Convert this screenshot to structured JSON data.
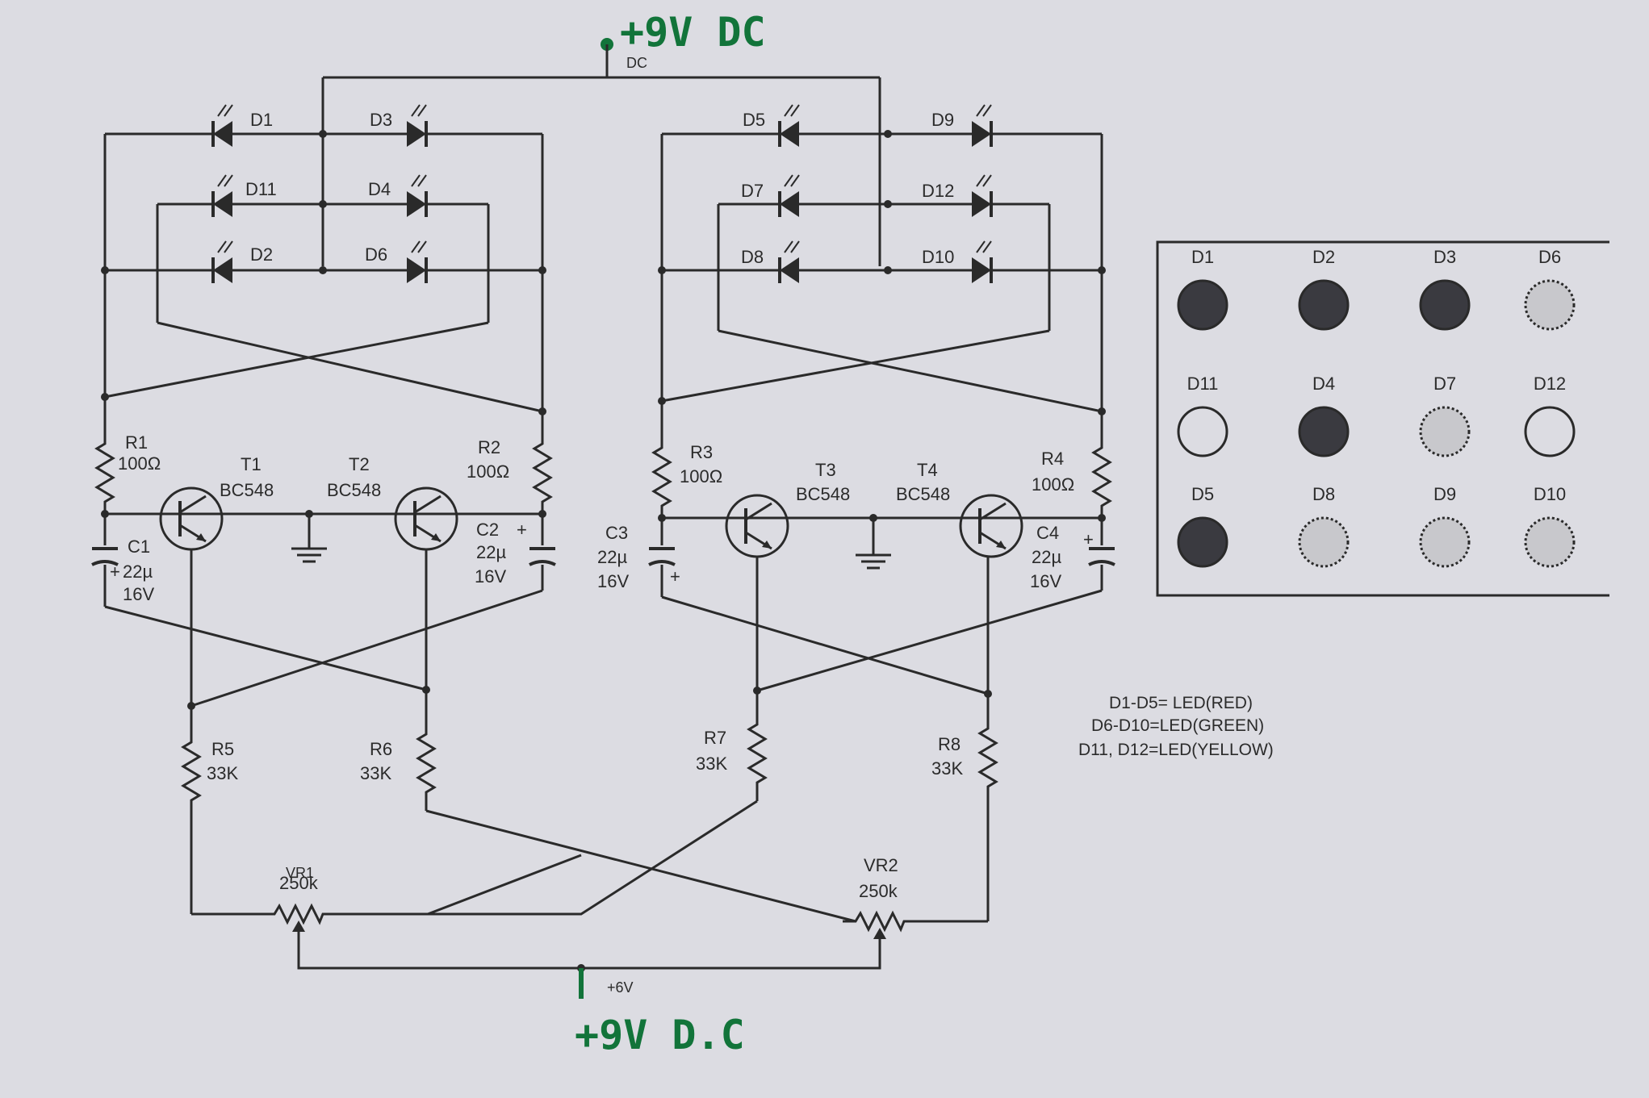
{
  "supply": {
    "top_handwritten": "+9V DC",
    "top_printed": "DC",
    "bottom_handwritten": "+9V D.C",
    "bottom_printed": "+6V"
  },
  "leds_left": {
    "d1": "D1",
    "d3": "D3",
    "d11": "D11",
    "d4": "D4",
    "d2": "D2",
    "d6": "D6"
  },
  "leds_right": {
    "d5": "D5",
    "d9": "D9",
    "d7": "D7",
    "d12": "D12",
    "d8": "D8",
    "d10": "D10"
  },
  "resistors": {
    "r1": {
      "name": "R1",
      "value": "100Ω"
    },
    "r2": {
      "name": "R2",
      "value": "100Ω"
    },
    "r3": {
      "name": "R3",
      "value": "100Ω"
    },
    "r4": {
      "name": "R4",
      "value": "100Ω"
    },
    "r5": {
      "name": "R5",
      "value": "33K"
    },
    "r6": {
      "name": "R6",
      "value": "33K"
    },
    "r7": {
      "name": "R7",
      "value": "33K"
    },
    "r8": {
      "name": "R8",
      "value": "33K"
    }
  },
  "transistors": {
    "t1": {
      "name": "T1",
      "type": "BC548"
    },
    "t2": {
      "name": "T2",
      "type": "BC548"
    },
    "t3": {
      "name": "T3",
      "type": "BC548"
    },
    "t4": {
      "name": "T4",
      "type": "BC548"
    }
  },
  "capacitors": {
    "c1": {
      "name": "C1",
      "value": "22µ",
      "voltage": "16V"
    },
    "c2": {
      "name": "C2",
      "value": "22µ",
      "voltage": "16V"
    },
    "c3": {
      "name": "C3",
      "value": "22µ",
      "voltage": "16V"
    },
    "c4": {
      "name": "C4",
      "value": "22µ",
      "voltage": "16V"
    }
  },
  "pots": {
    "vr1": {
      "name": "VR1",
      "value": "250k"
    },
    "vr2": {
      "name": "VR2",
      "value": "250k"
    }
  },
  "polarity": {
    "plus": "+"
  },
  "layout_grid": {
    "rows": [
      [
        {
          "label": "D1",
          "state": "dark"
        },
        {
          "label": "D2",
          "state": "dark"
        },
        {
          "label": "D3",
          "state": "dark"
        },
        {
          "label": "D6",
          "state": "dotted"
        }
      ],
      [
        {
          "label": "D11",
          "state": "empty"
        },
        {
          "label": "D4",
          "state": "dark"
        },
        {
          "label": "D7",
          "state": "dotted"
        },
        {
          "label": "D12",
          "state": "empty"
        }
      ],
      [
        {
          "label": "D5",
          "state": "dark"
        },
        {
          "label": "D8",
          "state": "dotted"
        },
        {
          "label": "D9",
          "state": "dotted"
        },
        {
          "label": "D10",
          "state": "dotted"
        }
      ]
    ]
  },
  "legend": {
    "line1": "D1-D5= LED(RED)",
    "line2": "D6-D10=LED(GREEN)",
    "line3": "D11, D12=LED(YELLOW)"
  },
  "colors": {
    "paper": "#dcdce2",
    "ink": "#2a2a2a",
    "handwriting": "#12743a",
    "led_dark": "#3a3a40",
    "led_dotted": "#c8c8cc"
  }
}
